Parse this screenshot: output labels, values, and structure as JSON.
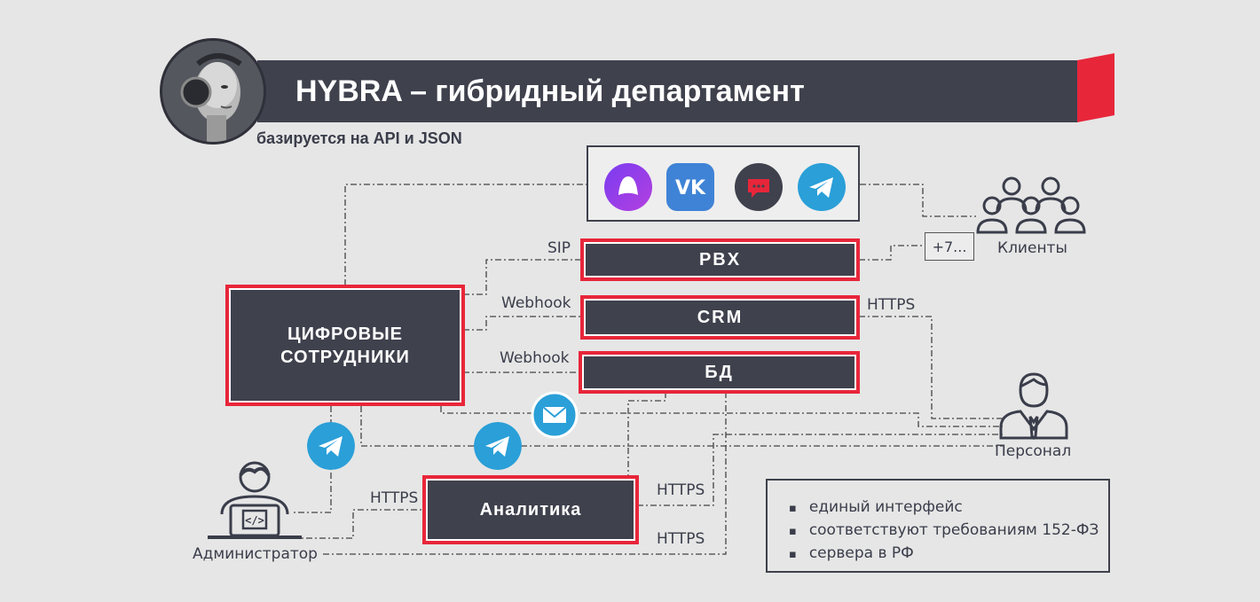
{
  "header": {
    "title": "HYBRA – гибридный департамент",
    "subtitle": "базируется на API и JSON"
  },
  "colors": {
    "dark": "#3f414d",
    "accent": "#e8263a",
    "telegram": "#2a9fd8",
    "background": "#e6e6e6"
  },
  "channels": [
    {
      "icon": "alice-icon"
    },
    {
      "icon": "vk-icon"
    },
    {
      "icon": "chat-bubble-icon"
    },
    {
      "icon": "telegram-icon"
    }
  ],
  "nodes": {
    "pbx": "PBX",
    "crm": "CRM",
    "db": "БД",
    "digital": "ЦИФРОВЫЕ СОТРУДНИКИ",
    "analytics": "Аналитика"
  },
  "edge_labels": {
    "sip": "SIP",
    "webhook_crm": "Webhook",
    "webhook_db": "Webhook",
    "https_crm": "HTTPS",
    "https_admin": "HTTPS",
    "https_analytics": "HTTPS",
    "https_bottom": "HTTPS"
  },
  "actors": {
    "clients": "Клиенты",
    "staff": "Персонал",
    "admin": "Администратор",
    "phone": "+7..."
  },
  "features": [
    "единый интерфейс",
    "соответствуют требованиям 152-ФЗ",
    "сервера в РФ"
  ]
}
